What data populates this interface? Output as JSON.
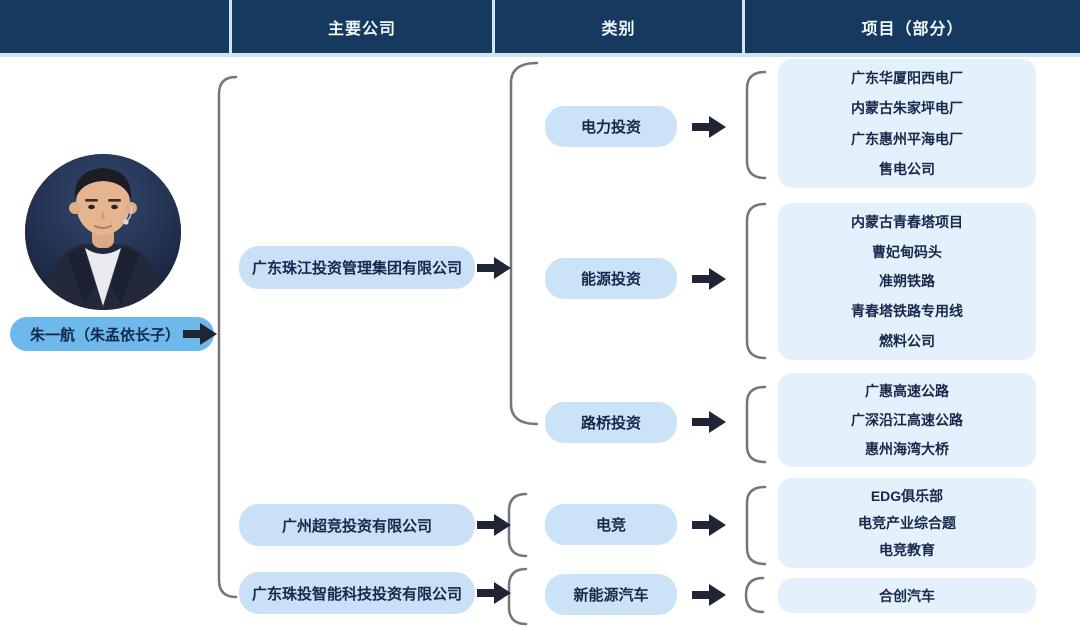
{
  "header": {
    "columns": [
      {
        "label": ""
      },
      {
        "label": "主要公司"
      },
      {
        "label": "类别"
      },
      {
        "label": "项目（部分）"
      }
    ]
  },
  "person": {
    "label": "朱一航（朱孟依长子）",
    "photo_description": "portrait-man-in-dark-suit"
  },
  "companies": [
    "广东珠江投资管理集团有限公司",
    "广州超竞投资有限公司",
    "广东珠投智能科技投资有限公司"
  ],
  "categories": [
    "电力投资",
    "能源投资",
    "路桥投资",
    "电竞",
    "新能源汽车"
  ],
  "project_groups": [
    {
      "category": "电力投资",
      "items": [
        "广东华厦阳西电厂",
        "内蒙古朱家坪电厂",
        "广东惠州平海电厂",
        "售电公司"
      ]
    },
    {
      "category": "能源投资",
      "items": [
        "内蒙古青春塔项目",
        "曹妃甸码头",
        "准朔铁路",
        "青春塔铁路专用线",
        "燃料公司"
      ]
    },
    {
      "category": "路桥投资",
      "items": [
        "广惠高速公路",
        "广深沿江高速公路",
        "惠州海湾大桥"
      ]
    },
    {
      "category": "电竞",
      "items": [
        "EDG俱乐部",
        "电竞产业综合题",
        "电竞教育"
      ]
    },
    {
      "category": "新能源汽车",
      "items": [
        "合创汽车"
      ]
    }
  ],
  "icons": {
    "arrow": "arrow-right-icon"
  },
  "colors": {
    "header_bg": "#16395f",
    "header_text": "#f2f7fc",
    "header_divider": "#cfe3f0",
    "pill_bg": "#6db9ec",
    "node_box_bg": "#c9e0f6",
    "category_box_bg": "#cbe3f7",
    "project_box_bg": "#e4f1fc",
    "dark_text": "#17294a",
    "arrow_color": "#1f2534",
    "bracket_color": "#73777d"
  }
}
